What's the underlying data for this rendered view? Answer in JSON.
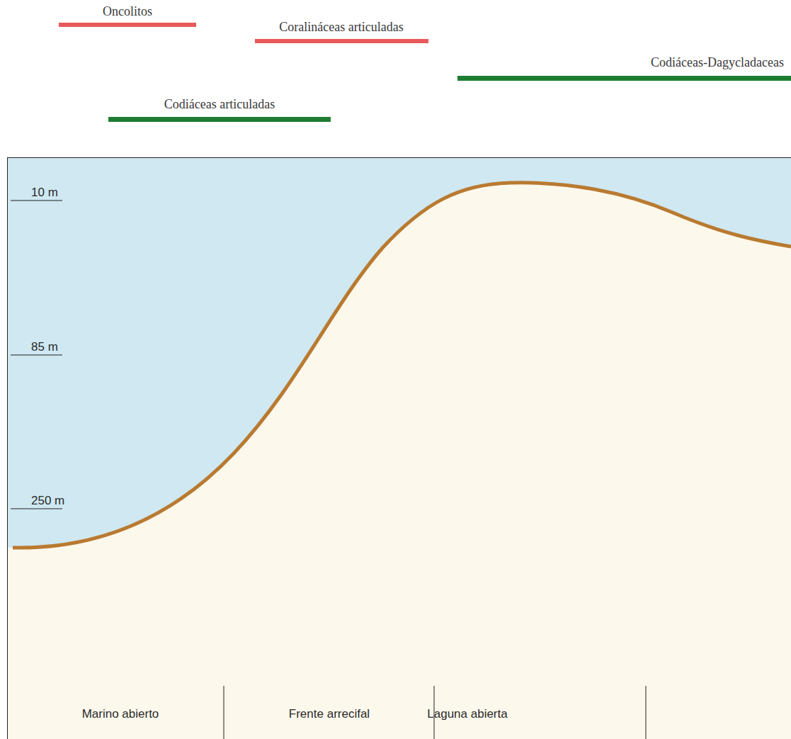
{
  "diagram": {
    "labels": [
      "Oncolitos",
      "Coralináceas articuladas",
      "Codiáceas-Dagycladaceas",
      "Codiáceas articuladas",
      "10 m",
      "85 m",
      "250 m",
      "Marino abierto",
      "Frente arrecifal",
      "Laguna abierta"
    ]
  }
}
